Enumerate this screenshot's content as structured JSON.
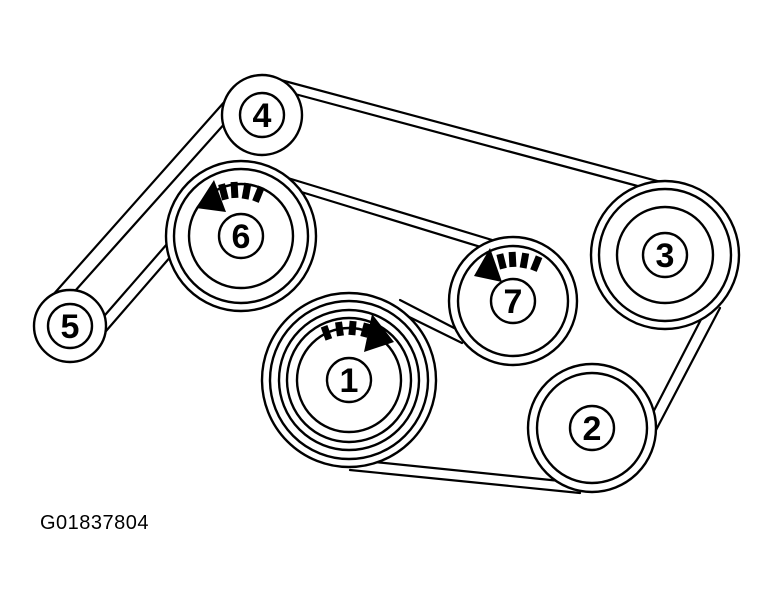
{
  "diagram": {
    "pulleys": [
      {
        "id": "1",
        "label": "1"
      },
      {
        "id": "2",
        "label": "2"
      },
      {
        "id": "3",
        "label": "3"
      },
      {
        "id": "4",
        "label": "4"
      },
      {
        "id": "5",
        "label": "5"
      },
      {
        "id": "6",
        "label": "6"
      },
      {
        "id": "7",
        "label": "7"
      }
    ],
    "rotation_arrows": [
      {
        "pulley": "1",
        "direction": "clockwise"
      },
      {
        "pulley": "6",
        "direction": "counterclockwise"
      },
      {
        "pulley": "7",
        "direction": "counterclockwise"
      }
    ],
    "colors": {
      "line": "#000000",
      "background": "#ffffff"
    }
  },
  "figure_id": "G01837804"
}
